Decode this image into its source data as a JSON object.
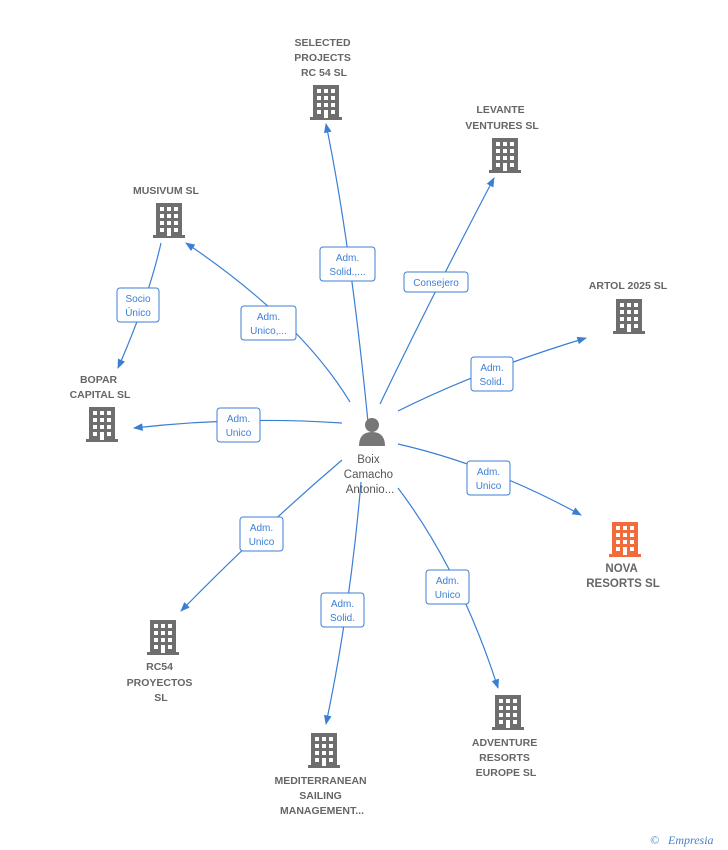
{
  "center": {
    "name_lines": [
      "Boix",
      "Camacho",
      "Antonio..."
    ],
    "icon": "person-icon"
  },
  "colors": {
    "edge": "#3b7fd4",
    "company": "#6e6e6e",
    "highlight": "#f26b3a"
  },
  "companies": [
    {
      "id": "selected-projects",
      "lines": [
        "SELECTED",
        "PROJECTS",
        "RC 54 SL"
      ],
      "highlight": false
    },
    {
      "id": "levante-ventures",
      "lines": [
        "LEVANTE",
        "VENTURES  SL"
      ],
      "highlight": false
    },
    {
      "id": "musivum",
      "lines": [
        "MUSIVUM  SL"
      ],
      "highlight": false
    },
    {
      "id": "artol-2025",
      "lines": [
        "ARTOL 2025 SL"
      ],
      "highlight": false
    },
    {
      "id": "bopar-capital",
      "lines": [
        "BOPAR",
        "CAPITAL  SL"
      ],
      "highlight": false
    },
    {
      "id": "nova-resorts",
      "lines": [
        "NOVA",
        "RESORTS  SL"
      ],
      "highlight": true
    },
    {
      "id": "rc54-proyectos",
      "lines": [
        "RC54",
        "PROYECTOS",
        "SL"
      ],
      "highlight": false
    },
    {
      "id": "adventure-resorts",
      "lines": [
        "ADVENTURE",
        "RESORTS",
        "EUROPE  SL"
      ],
      "highlight": false
    },
    {
      "id": "mediterranean-sailing",
      "lines": [
        "MEDITERRANEAN",
        "SAILING",
        "MANAGEMENT..."
      ],
      "highlight": false
    }
  ],
  "relations": [
    {
      "id": "rel-selected",
      "lines": [
        "Adm.",
        "Solid.,..."
      ]
    },
    {
      "id": "rel-levante",
      "lines": [
        "Consejero"
      ]
    },
    {
      "id": "rel-musivum",
      "lines": [
        "Adm.",
        "Unico,..."
      ]
    },
    {
      "id": "rel-musivum-bopar",
      "lines": [
        "Socio",
        "Único"
      ]
    },
    {
      "id": "rel-artol",
      "lines": [
        "Adm.",
        "Solid."
      ]
    },
    {
      "id": "rel-bopar",
      "lines": [
        "Adm.",
        "Unico"
      ]
    },
    {
      "id": "rel-nova",
      "lines": [
        "Adm.",
        "Unico"
      ]
    },
    {
      "id": "rel-rc54",
      "lines": [
        "Adm.",
        "Unico"
      ]
    },
    {
      "id": "rel-adventure",
      "lines": [
        "Adm.",
        "Unico"
      ]
    },
    {
      "id": "rel-mediterranean",
      "lines": [
        "Adm.",
        "Solid."
      ]
    }
  ],
  "watermark": {
    "symbol": "©",
    "brand": "Empresia"
  }
}
